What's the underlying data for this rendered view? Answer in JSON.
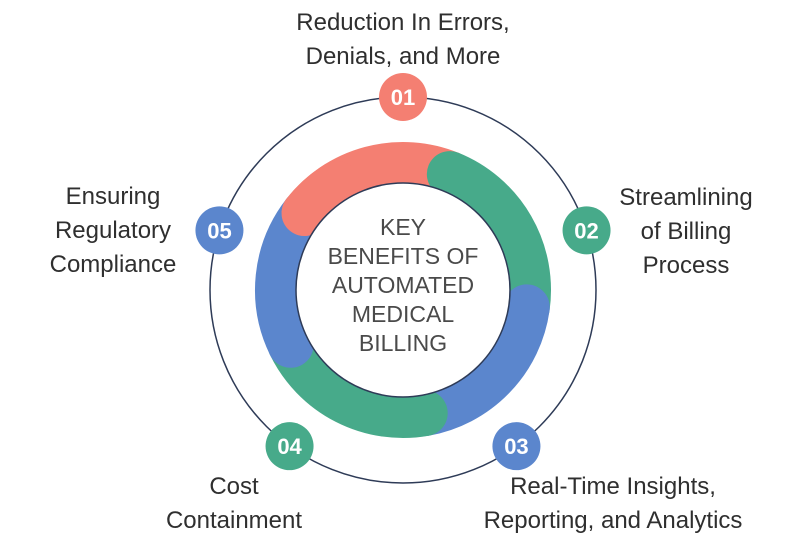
{
  "title_lines": [
    "KEY",
    "BENEFITS OF",
    "AUTOMATED",
    "MEDICAL",
    "BILLING"
  ],
  "colors": {
    "red": "#f47f72",
    "green": "#47aa8a",
    "blue": "#5b86cd",
    "outline": "#2e3b57",
    "text": "#2f2f2f",
    "center_text": "#4a4a4a"
  },
  "benefits": [
    {
      "number": "01",
      "lines": [
        "Reduction In Errors,",
        "Denials, and More"
      ],
      "color": "red"
    },
    {
      "number": "02",
      "lines": [
        "Streamlining",
        "of Billing",
        "Process"
      ],
      "color": "green"
    },
    {
      "number": "03",
      "lines": [
        "Real-Time Insights,",
        "Reporting, and Analytics"
      ],
      "color": "blue"
    },
    {
      "number": "04",
      "lines": [
        "Cost",
        "Containment"
      ],
      "color": "green"
    },
    {
      "number": "05",
      "lines": [
        "Ensuring",
        "Regulatory",
        "Compliance"
      ],
      "color": "blue"
    }
  ]
}
